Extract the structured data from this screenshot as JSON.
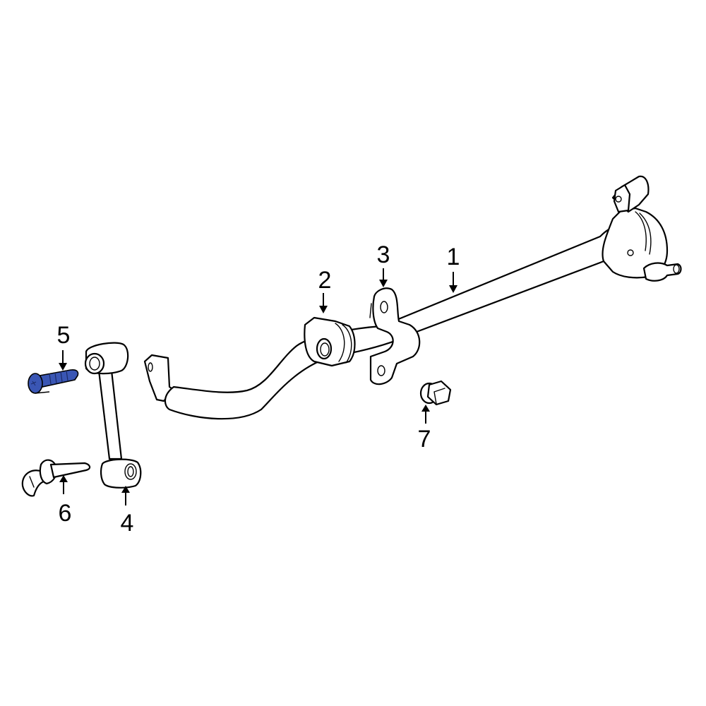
{
  "diagram": {
    "type": "exploded-parts-view",
    "subject": "stabilizer bar assembly",
    "highlight_color": "#3a56b4",
    "line_color": "#000000",
    "background": "#ffffff",
    "callouts": [
      {
        "id": "1",
        "label": "1",
        "part": "stabilizer-bar"
      },
      {
        "id": "2",
        "label": "2",
        "part": "bushing"
      },
      {
        "id": "3",
        "label": "3",
        "part": "bracket"
      },
      {
        "id": "4",
        "label": "4",
        "part": "stabilizer-link"
      },
      {
        "id": "5",
        "label": "5",
        "part": "bolt",
        "highlighted": true
      },
      {
        "id": "6",
        "label": "6",
        "part": "clip"
      },
      {
        "id": "7",
        "label": "7",
        "part": "nut"
      }
    ]
  }
}
